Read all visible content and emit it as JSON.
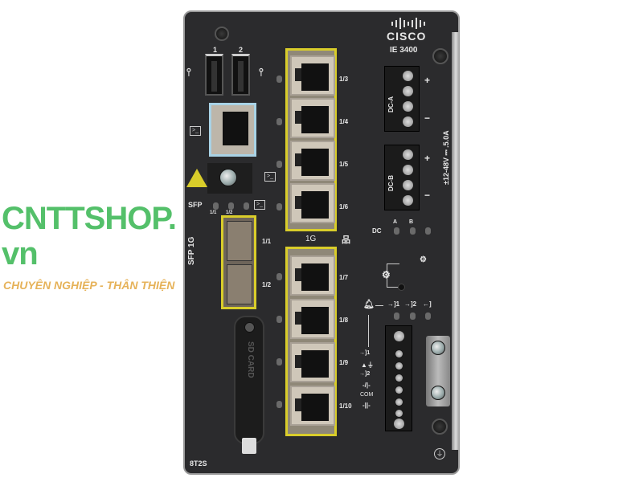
{
  "product": {
    "brand": "CISCO",
    "model": "IE 3400",
    "variant": "8T2S"
  },
  "usb": {
    "labels": [
      "1",
      "2"
    ],
    "icon": "usb-icon"
  },
  "sfp": {
    "led_label": "SFP",
    "led_ports": [
      "1/1",
      "1/2"
    ],
    "cage_label": "SFP 1G",
    "ports": [
      "1/1",
      "1/2"
    ]
  },
  "ethernet": {
    "top_ports": [
      "1/3",
      "1/4",
      "1/5",
      "1/6"
    ],
    "bottom_ports": [
      "1/7",
      "1/8",
      "1/9",
      "1/10"
    ],
    "speed_label": "1G"
  },
  "power": {
    "inputs": [
      "DC-A",
      "DC-B"
    ],
    "plus": "+",
    "minus": "−",
    "rating": "±12-48V ⎓ .5.0A",
    "led_label": "DC",
    "led_ids": [
      "A",
      "B"
    ]
  },
  "alarm": {
    "com_label": "COM",
    "in1": "1",
    "in2": "2"
  },
  "sd_card": {
    "label": "SD CARD"
  },
  "watermark": {
    "brand": "CNTTSHOP.vn",
    "slogan": "CHUYÊN NGHIỆP - THÂN THIỆN"
  },
  "colors": {
    "chassis": "#2b2b2d",
    "port_frame": "#d9cd2a",
    "console_frame": "#a9d3e6",
    "watermark_green": "#2fb34a",
    "watermark_orange": "#e0a030"
  }
}
